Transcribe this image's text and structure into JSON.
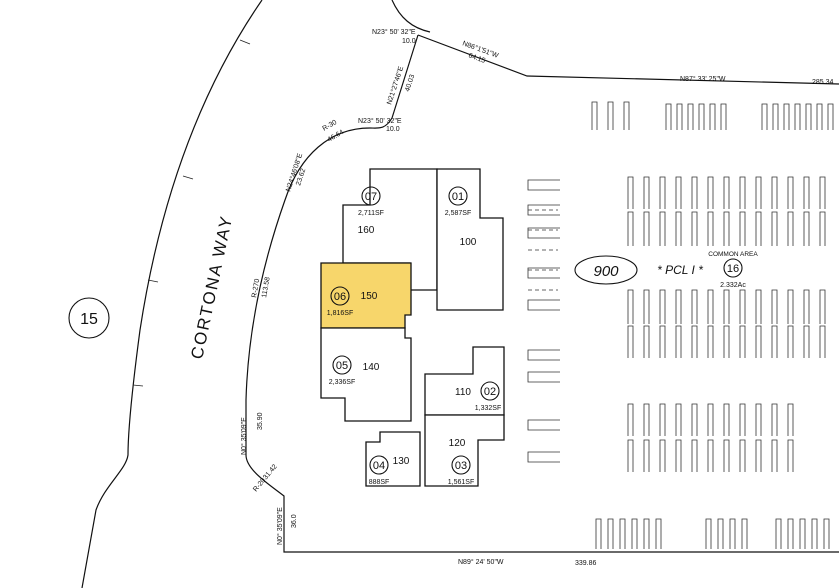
{
  "street": "CORTONA WAY",
  "parcel_outer": "15",
  "parcel_main": "900",
  "pcl_label": "* PCL I *",
  "common_area": {
    "label": "COMMON AREA",
    "number": "16",
    "area": "2.332Ac"
  },
  "units": [
    {
      "num": "07",
      "suite": "160",
      "sf": "2,711SF"
    },
    {
      "num": "01",
      "suite": "100",
      "sf": "2,587SF"
    },
    {
      "num": "06",
      "suite": "150",
      "sf": "1,816SF",
      "highlighted": true
    },
    {
      "num": "05",
      "suite": "140",
      "sf": "2,336SF"
    },
    {
      "num": "02",
      "suite": "110",
      "sf": "1,332SF"
    },
    {
      "num": "03",
      "suite": "120",
      "sf": "1,561SF"
    },
    {
      "num": "04",
      "suite": "130",
      "sf": "888SF"
    }
  ],
  "bearings": {
    "b1": "N23° 50' 32\"E",
    "b1d": "10.0",
    "b2": "N86°1'51\"W",
    "b2d": "64.15",
    "b3": "N21°27'46\"E",
    "b3d": "40.03",
    "b4": "N87° 33' 25\"W",
    "b4d": "285.34",
    "b5": "N23° 50' 32\"E",
    "b5d": "10.0",
    "b6": "R-30",
    "b6d": "46.64",
    "b7": "N24°46'08\"E",
    "b7d": "23.62",
    "b8": "R-270",
    "b8d": "113.58",
    "b9": "N0° 35'09\"E",
    "b9d": "35.90",
    "b10": "R-20",
    "b10d": "31.42",
    "b11": "N0° 35'09\"E",
    "b11d": "36.0",
    "b12": "N89° 24' 50\"W",
    "b12d": "339.86"
  },
  "highlight_color": "#f7d66b"
}
